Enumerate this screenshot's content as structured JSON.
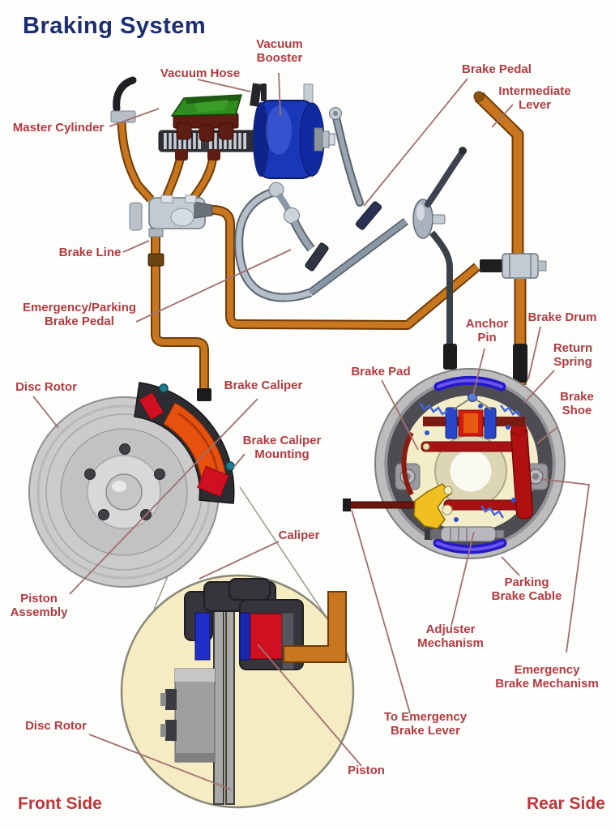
{
  "title": "Braking System",
  "colors": {
    "paper": "#fdfdfc",
    "title_navy": "#1c2d72",
    "label_red": "#b23b40",
    "side_red": "#c0353a",
    "leader": "#a07070",
    "copper": "#c8761f",
    "copper_dark": "#6e3c06",
    "steel_light": "#cdd3da",
    "steel_dark": "#5a646e",
    "booster_blue": "#1838b8",
    "reservoir_green": "#2f8c1e",
    "maroon": "#5e1d12",
    "drum_gray": "#bdbdbd",
    "drum_dark_ring": "#4c4c52",
    "backing_cream": "#f4edc9",
    "zoom_cream": "#f6ecc3",
    "shoe_red": "#a81212",
    "glow_blue": "#2418c8",
    "spring_blue": "#4466dd",
    "pad_orange": "#e8500e",
    "bright_red": "#d01020",
    "piston_blue": "#1e2ec8",
    "teal": "#1d7f8f",
    "lever_yellow": "#f0c020",
    "caliper_dark": "#35353b"
  },
  "labels": {
    "vacuum_booster": {
      "line1": "Vacuum",
      "line2": "Booster"
    },
    "vacuum_hose": {
      "line1": "Vacuum Hose"
    },
    "master_cylinder": {
      "line1": "Master Cylinder"
    },
    "brake_pedal": {
      "line1": "Brake Pedal"
    },
    "intermediate_lever": {
      "line1": "Intermediate",
      "line2": "Lever"
    },
    "brake_line": {
      "line1": "Brake Line"
    },
    "emergency_parking_brake_pedal": {
      "line1": "Emergency/Parking",
      "line2": "Brake Pedal"
    },
    "anchor_pin": {
      "line1": "Anchor",
      "line2": "Pin"
    },
    "brake_drum": {
      "line1": "Brake Drum"
    },
    "return_spring": {
      "line1": "Return",
      "line2": "Spring"
    },
    "brake_pad": {
      "line1": "Brake Pad"
    },
    "brake_shoe": {
      "line1": "Brake",
      "line2": "Shoe"
    },
    "disc_rotor": {
      "line1": "Disc Rotor"
    },
    "brake_caliper": {
      "line1": "Brake Caliper"
    },
    "brake_caliper_mounting": {
      "line1": "Brake Caliper",
      "line2": "Mounting"
    },
    "caliper": {
      "line1": "Caliper"
    },
    "piston_assembly": {
      "line1": "Piston",
      "line2": "Assembly"
    },
    "parking_brake_cable": {
      "line1": "Parking",
      "line2": "Brake Cable"
    },
    "adjuster_mechanism": {
      "line1": "Adjuster",
      "line2": "Mechanism"
    },
    "emergency_brake_mechanism": {
      "line1": "Emergency",
      "line2": "Brake Mechanism"
    },
    "to_emergency_brake_lever": {
      "line1": "To Emergency",
      "line2": "Brake Lever"
    },
    "disc_rotor_bottom": {
      "line1": "Disc Rotor"
    },
    "piston": {
      "line1": "Piston"
    },
    "front_side": "Front Side",
    "rear_side": "Rear Side"
  }
}
